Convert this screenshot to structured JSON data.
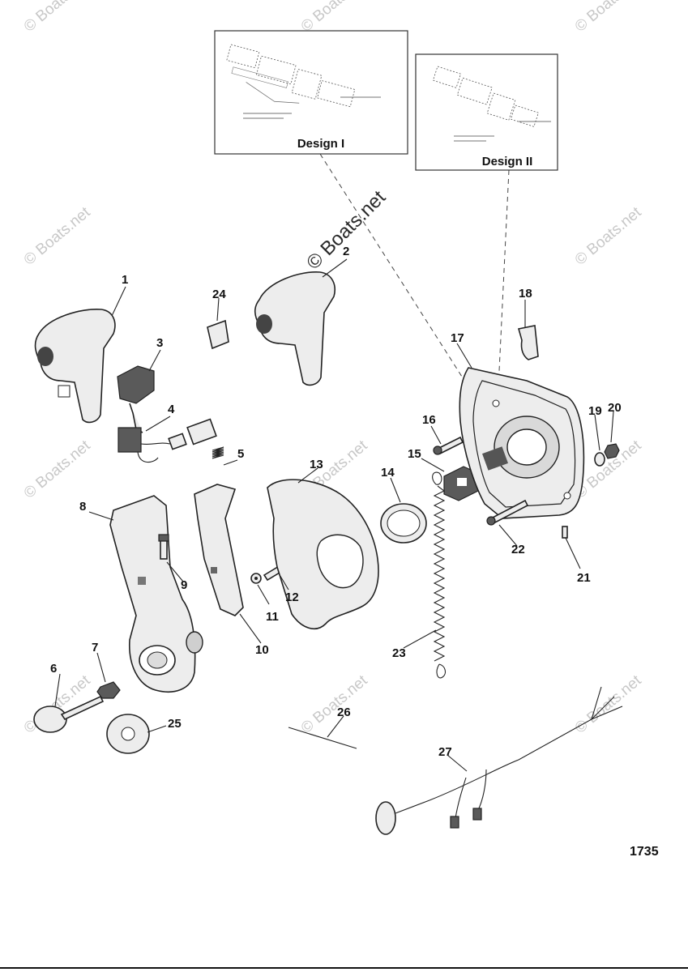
{
  "diagram": {
    "figure_number": "1735",
    "watermark_text": "© Boats.net",
    "insets": [
      {
        "id": "design-1",
        "caption": "Design I"
      },
      {
        "id": "design-2",
        "caption": "Design II"
      }
    ],
    "callouts": [
      "1",
      "2",
      "3",
      "4",
      "5",
      "6",
      "7",
      "8",
      "9",
      "10",
      "11",
      "12",
      "13",
      "14",
      "15",
      "16",
      "17",
      "18",
      "19",
      "20",
      "21",
      "22",
      "23",
      "24",
      "25",
      "26",
      "27"
    ]
  }
}
